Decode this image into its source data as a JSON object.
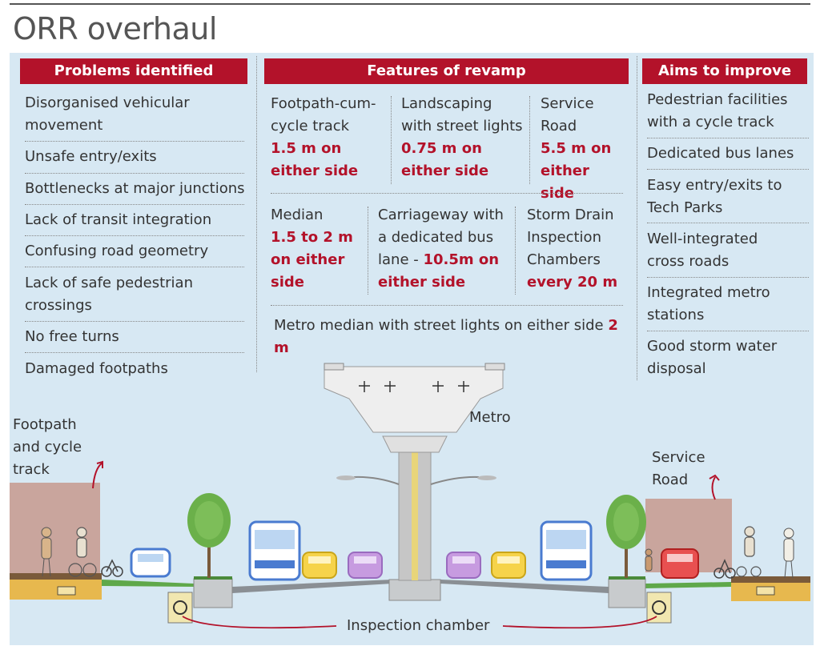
{
  "title": "ORR overhaul",
  "problems": {
    "header": "Problems identified",
    "items": [
      "Disorganised vehicular movement",
      "Unsafe entry/exits",
      "Bottlenecks at major junctions",
      "Lack of transit integration",
      "Confusing road geometry",
      "Lack of safe pedestrian crossings",
      "No free turns",
      "Damaged footpaths"
    ]
  },
  "features": {
    "header": "Features of revamp",
    "row1": [
      {
        "label": "Footpath-cum-cycle track",
        "value": "1.5 m on either side"
      },
      {
        "label": "Landscaping with street lights",
        "value": "0.75 m on either side"
      },
      {
        "label": "Service Road",
        "value": "5.5 m on either side"
      }
    ],
    "row2": [
      {
        "label": "Median",
        "value": "1.5 to 2 m on either side"
      },
      {
        "label": "Carriageway with a dedicated bus lane - ",
        "value": "10.5m on either side"
      },
      {
        "label": "Storm Drain Inspection Chambers",
        "value": "every 20 m"
      }
    ],
    "metro_line": "Metro median with street lights on either side",
    "metro_value": "2 m"
  },
  "aims": {
    "header": "Aims to improve",
    "items": [
      "Pedestrian facilities with a cycle track",
      "Dedicated bus lanes",
      "Easy entry/exits to Tech Parks",
      "Well-integrated cross roads",
      "Integrated metro stations",
      "Good storm water disposal"
    ]
  },
  "diagram": {
    "metro_label": "Metro",
    "footpath_label": "Footpath and cycle track",
    "service_road_label": "Service Road",
    "inspection_label": "Inspection chamber",
    "colors": {
      "accent": "#b3122a",
      "panel": "#d7e8f3",
      "footpath": "#c9a59d",
      "road": "#8a8f94"
    }
  }
}
